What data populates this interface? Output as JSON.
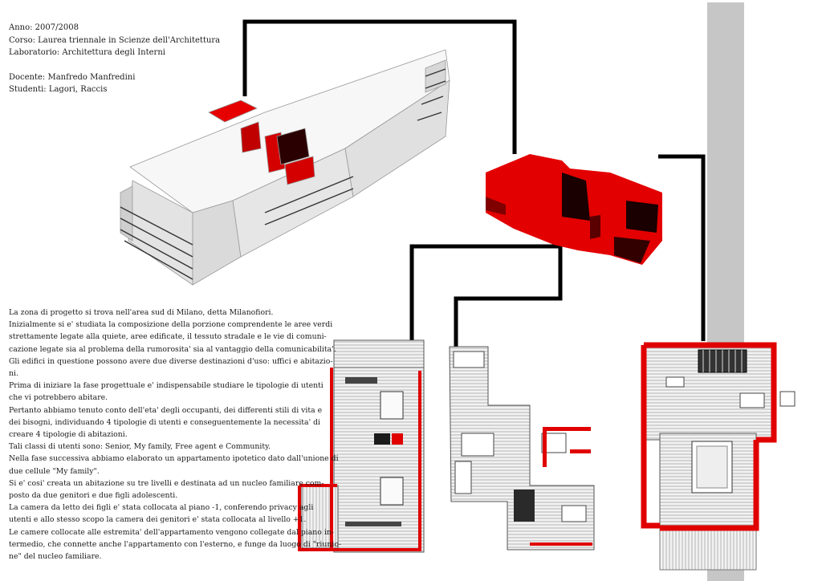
{
  "header": {
    "year": "Anno: 2007/2008",
    "course": "Corso: Laurea triennale in Scienze dell'Architettura",
    "lab": "Laboratorio: Architettura degli Interni",
    "teacher": "Docente: Manfredo Manfredini",
    "students": "Studenti: Lagori, Raccis"
  },
  "body_lines": [
    "La zona di progetto si trova nell'area sud di Milano, detta Milanofiori.",
    "Inizialmente si e' studiata la composizione della porzione comprendente le aree verdi",
    "strettamente legate alla quiete, aree edificate, il tessuto stradale e le vie di comuni-",
    "cazione legate sia al problema della rumorosita' sia al vantaggio della comunicabilita'.",
    "Gli edifici in questione possono avere due diverse destinazioni d'uso: uffici e abitazio-",
    "ni.",
    "Prima di iniziare la fase progettuale e' indispensabile studiare le tipologie di utenti",
    "che vi potrebbero abitare.",
    "Pertanto abbiamo tenuto conto dell'eta' degli occupanti, dei differenti stili di vita e",
    "dei bisogni, individuando 4 tipologie di utenti e conseguentemente la necessita' di",
    "creare 4 tipologie di abitazioni.",
    "Tali classi di utenti sono: Senior, My family, Free agent e Community.",
    "Nella fase successiva abbiamo elaborato un appartamento ipotetico dato dall'unione di",
    "due cellule \"My family\".",
    "Si e' cosi' creata un abitazione su tre livelli e destinata ad un nucleo familiare com-",
    "posto da due genitori e due figli adolescenti.",
    "La camera da letto dei figli e' stata collocata al piano -1, conferendo privacy agli",
    "utenti e allo stesso scopo la camera dei genitori e' stata collocata al livello +1.",
    "Le camere collocate alle estremita' dell'appartamento vengono collegate dal piano in-",
    "termedio, che connette anche l'appartamento con l'esterno, e funge da luogo di \"riunio-",
    "ne\" del nucleo familiare."
  ],
  "colors": {
    "accent_red": "#e00000",
    "connector": "#000000",
    "band_grey": "#c6c6c6"
  }
}
